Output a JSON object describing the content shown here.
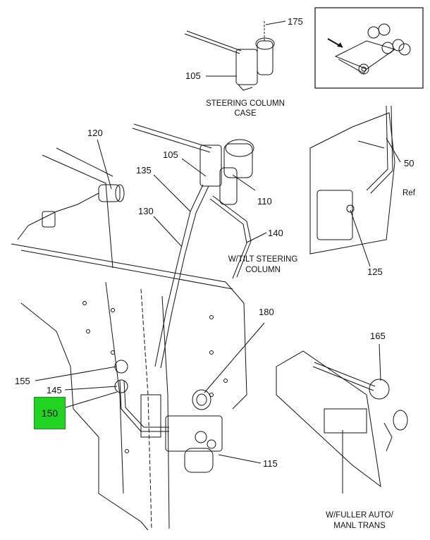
{
  "callouts": {
    "c175": "175",
    "c105_top": "105",
    "c120": "120",
    "c105_mid": "105",
    "c135": "135",
    "c110": "110",
    "c130": "130",
    "c140": "140",
    "c50": "50",
    "c50_ref": "Ref",
    "c125": "125",
    "c180": "180",
    "c165": "165",
    "c155": "155",
    "c145": "145",
    "c150": "150",
    "c115": "115"
  },
  "captions": {
    "steering_case_line1": "STEERING COLUMN",
    "steering_case_line2": "CASE",
    "tilt_line1": "W/TILT STEERING",
    "tilt_line2": "COLUMN",
    "fuller_line1": "W/FULLER AUTO/",
    "fuller_line2": "MANL TRANS"
  },
  "colors": {
    "highlight": "#22d422",
    "ink": "#111111"
  }
}
